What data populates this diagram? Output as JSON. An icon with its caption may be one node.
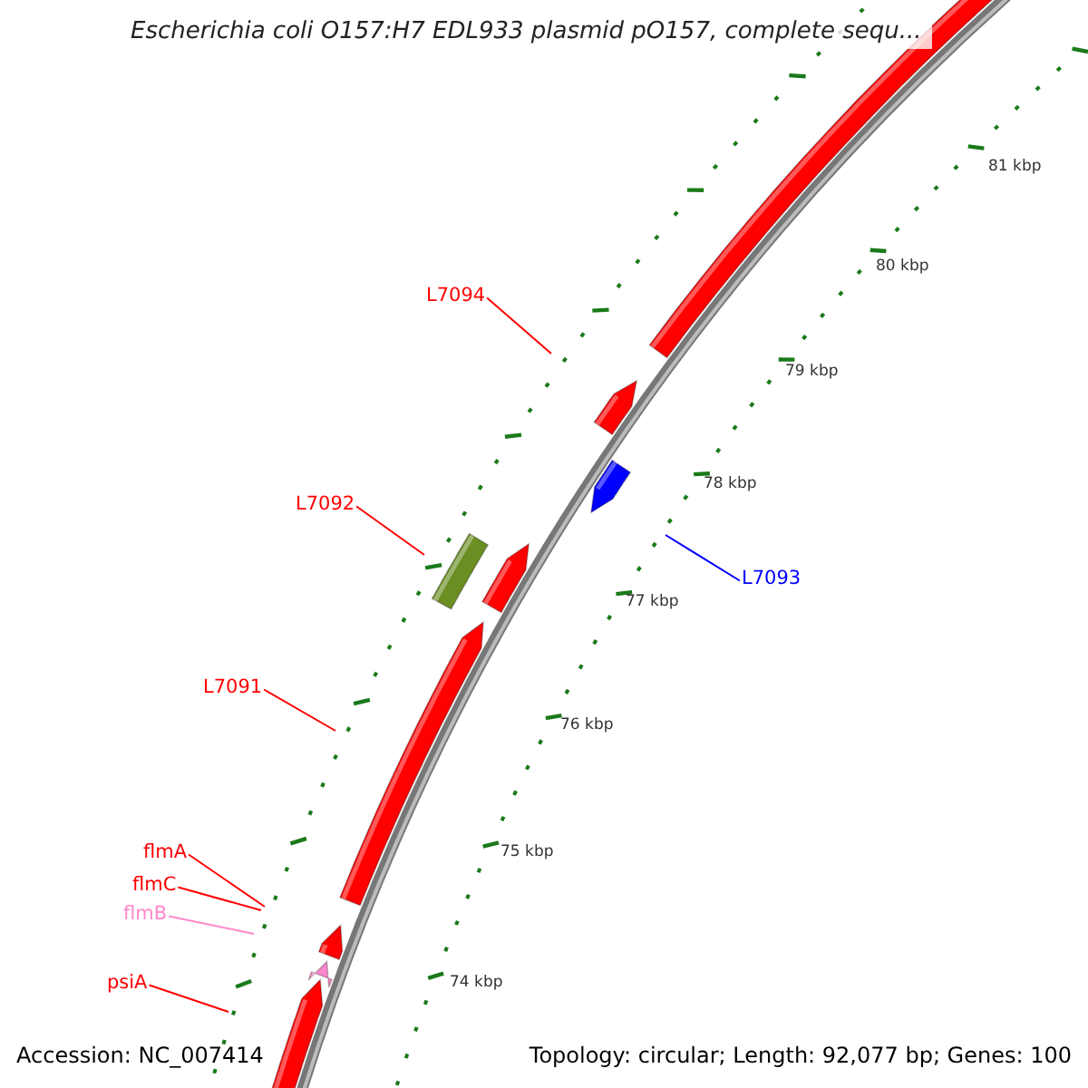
{
  "diagram": {
    "title": "Escherichia coli O157:H7 EDL933 plasmid pO157, complete sequ...",
    "nodes": [
      {
        "text": [
          "L7094"
        ]
      },
      {
        "text": [
          "L7092"
        ]
      },
      {
        "text": [
          "L7093"
        ]
      },
      {
        "text": [
          "L7091"
        ]
      },
      {
        "text": [
          "flmA"
        ]
      },
      {
        "text": [
          "flmC"
        ]
      },
      {
        "text": [
          "flmB"
        ]
      },
      {
        "text": [
          "psiA"
        ]
      }
    ],
    "edges": [
      {
        "from": 0,
        "to": null,
        "arrow": "none"
      },
      {
        "from": 1,
        "to": null,
        "arrow": "none"
      },
      {
        "from": 2,
        "to": null,
        "arrow": "none",
        "color": "#0000ff"
      },
      {
        "from": 3,
        "to": null,
        "arrow": "none"
      },
      {
        "from": 4,
        "to": null,
        "arrow": "none"
      },
      {
        "from": 5,
        "to": null,
        "arrow": "none"
      },
      {
        "from": 6,
        "to": null,
        "arrow": "none",
        "color": "#ff88cc"
      },
      {
        "from": 7,
        "to": null,
        "arrow": "none"
      }
    ],
    "labels": [
      "81 kbp",
      "80 kbp",
      "79 kbp",
      "78 kbp",
      "77 kbp",
      "76 kbp",
      "75 kbp",
      "74 kbp",
      "Accession: NC_007414",
      "Topology: circular; Length: 92,077 bp; Genes: 100"
    ]
  }
}
